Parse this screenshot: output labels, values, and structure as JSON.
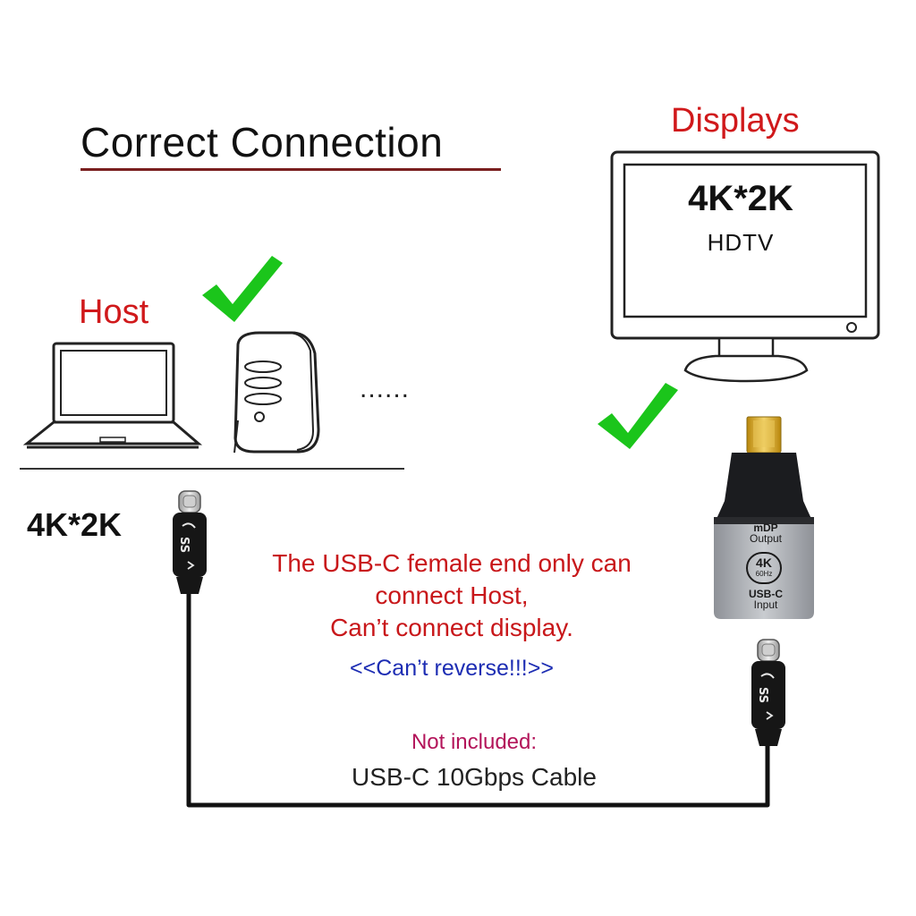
{
  "title": "Correct Connection",
  "host_label": "Host",
  "displays_label": "Displays",
  "ellipsis": "......",
  "left_resolution": "4K*2K",
  "display": {
    "resolution": "4K*2K",
    "name": "HDTV"
  },
  "adapter": {
    "output_label_line1": "mDP",
    "output_label_line2": "Output",
    "badge_main": "4K",
    "badge_sub": "60Hz",
    "input_label_line1": "USB-C",
    "input_label_line2": "Input"
  },
  "note": {
    "line1": "The USB-C female end only can",
    "line2": "connect Host,",
    "line3": "Can’t connect display.",
    "warning": "<<Can’t reverse!!!>>"
  },
  "cable": {
    "not_included": "Not included:",
    "name": "USB-C 10Gbps Cable"
  },
  "colors": {
    "label_red": "#d0191b",
    "check_green": "#1bc51b",
    "warning_blue": "#1d2db3",
    "not_included_magenta": "#b3145a",
    "title_rule": "#7a1f1f"
  },
  "icons": {
    "laptop": "laptop-icon",
    "desktop": "desktop-tower-icon",
    "monitor": "monitor-icon",
    "check": "check-mark-icon",
    "usb_c_plug": "usb-c-plug-icon",
    "superspeed_logo": "superspeed-usb-logo",
    "adapter": "minidp-adapter-icon"
  }
}
